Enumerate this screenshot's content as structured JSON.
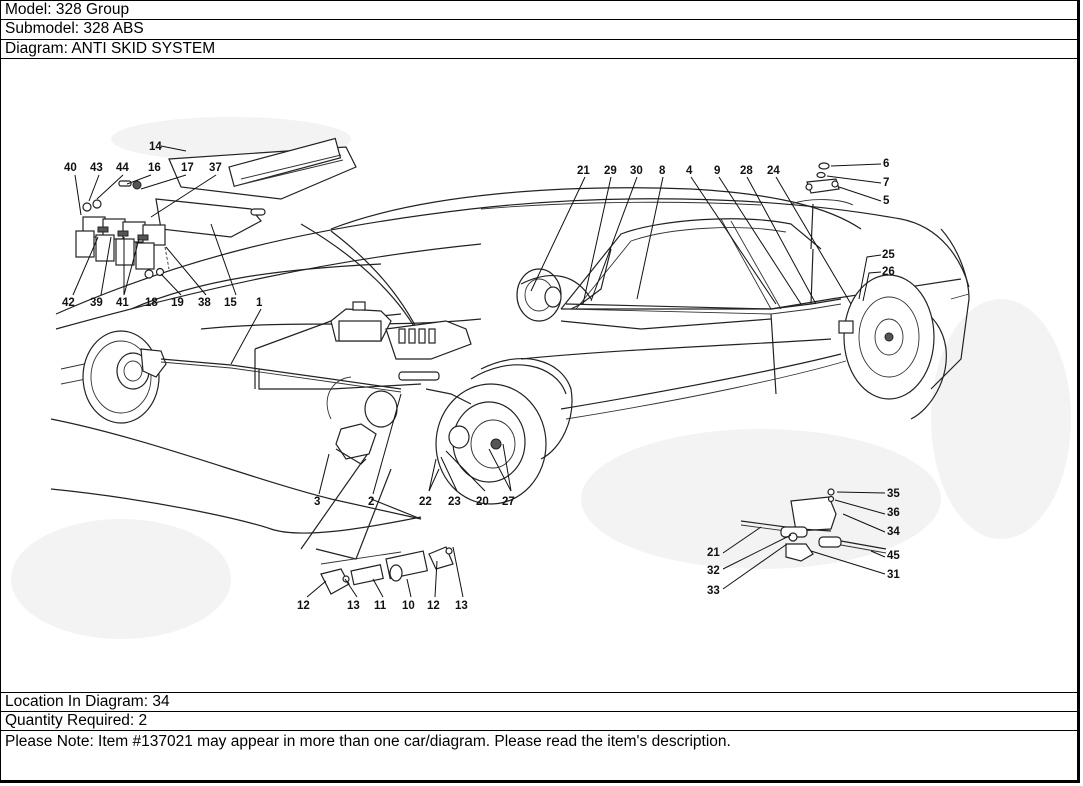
{
  "header": {
    "model": "Model: 328 Group",
    "submodel": "Submodel: 328 ABS",
    "diagram": "Diagram: ANTI SKID SYSTEM"
  },
  "diagram": {
    "title": "ANTI SKID SYSTEM",
    "callouts": [
      {
        "id": "14",
        "label": "14"
      },
      {
        "id": "40",
        "label": "40"
      },
      {
        "id": "43",
        "label": "43"
      },
      {
        "id": "44",
        "label": "44"
      },
      {
        "id": "16",
        "label": "16"
      },
      {
        "id": "17",
        "label": "17"
      },
      {
        "id": "37",
        "label": "37"
      },
      {
        "id": "42",
        "label": "42"
      },
      {
        "id": "39",
        "label": "39"
      },
      {
        "id": "41",
        "label": "41"
      },
      {
        "id": "18",
        "label": "18"
      },
      {
        "id": "19",
        "label": "19"
      },
      {
        "id": "38",
        "label": "38"
      },
      {
        "id": "15",
        "label": "15"
      },
      {
        "id": "1",
        "label": "1"
      },
      {
        "id": "21a",
        "label": "21"
      },
      {
        "id": "29",
        "label": "29"
      },
      {
        "id": "30",
        "label": "30"
      },
      {
        "id": "8",
        "label": "8"
      },
      {
        "id": "4",
        "label": "4"
      },
      {
        "id": "9",
        "label": "9"
      },
      {
        "id": "28",
        "label": "28"
      },
      {
        "id": "24",
        "label": "24"
      },
      {
        "id": "6",
        "label": "6"
      },
      {
        "id": "7",
        "label": "7"
      },
      {
        "id": "5",
        "label": "5"
      },
      {
        "id": "25",
        "label": "25"
      },
      {
        "id": "26",
        "label": "26"
      },
      {
        "id": "3",
        "label": "3"
      },
      {
        "id": "2",
        "label": "2"
      },
      {
        "id": "22",
        "label": "22"
      },
      {
        "id": "23",
        "label": "23"
      },
      {
        "id": "20",
        "label": "20"
      },
      {
        "id": "27",
        "label": "27"
      },
      {
        "id": "12a",
        "label": "12"
      },
      {
        "id": "13a",
        "label": "13"
      },
      {
        "id": "11",
        "label": "11"
      },
      {
        "id": "10",
        "label": "10"
      },
      {
        "id": "12b",
        "label": "12"
      },
      {
        "id": "13b",
        "label": "13"
      },
      {
        "id": "35",
        "label": "35"
      },
      {
        "id": "36",
        "label": "36"
      },
      {
        "id": "34",
        "label": "34"
      },
      {
        "id": "21b",
        "label": "21"
      },
      {
        "id": "45",
        "label": "45"
      },
      {
        "id": "32",
        "label": "32"
      },
      {
        "id": "31",
        "label": "31"
      },
      {
        "id": "33",
        "label": "33"
      }
    ]
  },
  "footer": {
    "location": "Location In Diagram: 34",
    "quantity": "Quantity Required: 2",
    "note": "Please Note: Item #137021 may appear in more than one car/diagram. Please read the item's description."
  }
}
